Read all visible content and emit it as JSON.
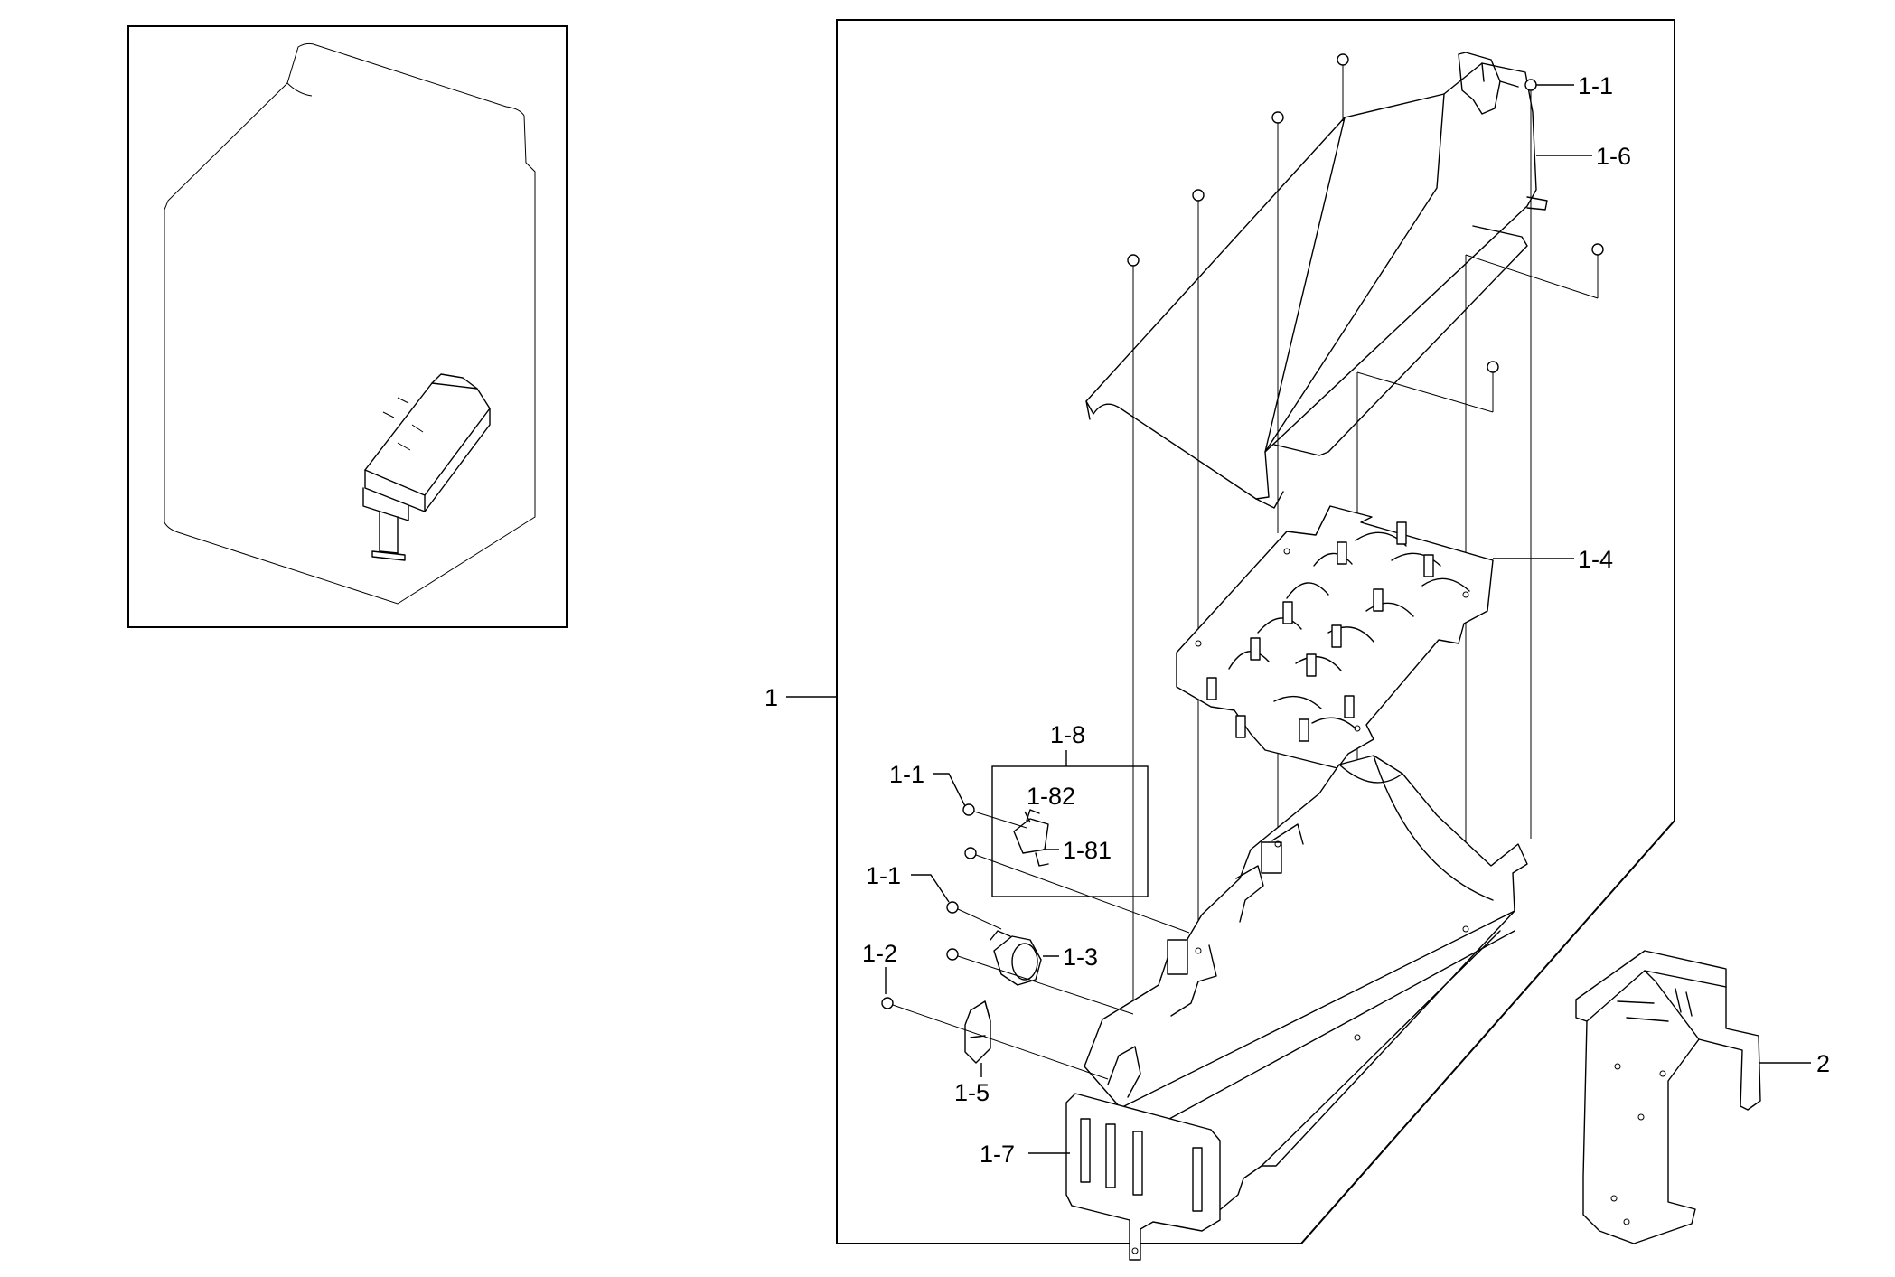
{
  "diagram": {
    "inset_view": {
      "description_name": "dryer-location-inset"
    },
    "main_view": {
      "description_name": "heater-assembly-exploded-view"
    },
    "callouts": [
      {
        "id": "c-1",
        "label": "1"
      },
      {
        "id": "c-1-1a",
        "label": "1-1"
      },
      {
        "id": "c-1-6",
        "label": "1-6"
      },
      {
        "id": "c-1-4",
        "label": "1-4"
      },
      {
        "id": "c-1-8",
        "label": "1-8"
      },
      {
        "id": "c-1-1b",
        "label": "1-1"
      },
      {
        "id": "c-1-82",
        "label": "1-82"
      },
      {
        "id": "c-1-81",
        "label": "1-81"
      },
      {
        "id": "c-1-1c",
        "label": "1-1"
      },
      {
        "id": "c-1-3",
        "label": "1-3"
      },
      {
        "id": "c-1-2",
        "label": "1-2"
      },
      {
        "id": "c-1-5",
        "label": "1-5"
      },
      {
        "id": "c-1-7",
        "label": "1-7"
      },
      {
        "id": "c-2",
        "label": "2"
      }
    ],
    "line_color": "#000000",
    "background_color": "#ffffff"
  }
}
